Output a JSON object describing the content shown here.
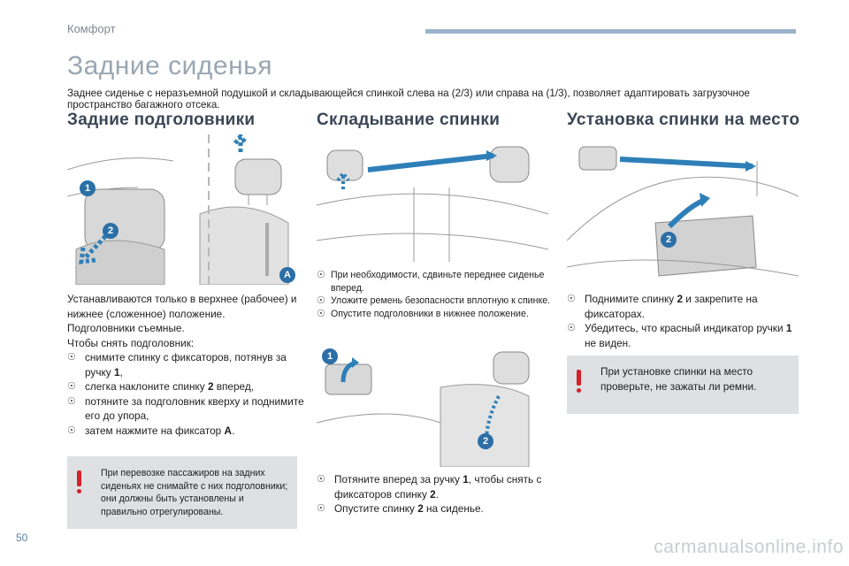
{
  "header": {
    "section": "Комфорт",
    "accent_color": "#9ab3cc"
  },
  "page": {
    "title": "Задние сиденья",
    "intro": "Заднее сиденье с неразъемной подушкой и складывающейся спинкой слева на (2/3) или справа на (1/3), позволяет адаптировать загрузочное пространство багажного отсека.",
    "number": "50"
  },
  "col1": {
    "heading": "Задние подголовники",
    "callouts": [
      "1",
      "2",
      "A"
    ],
    "p1": "Устанавливаются только в верхнее (рабочее) и нижнее (сложенное) положение.",
    "p2": "Подголовники съемные.",
    "p3": "Чтобы снять подголовник:",
    "b1_pre": "снимите спинку с фиксаторов, потянув за ручку ",
    "b1_num": "1",
    "b1_post": ",",
    "b2_pre": "слегка наклоните спинку ",
    "b2_num": "2",
    "b2_post": " вперед,",
    "b3": "потяните за подголовник кверху и поднимите его до упора,",
    "b4_pre": "затем нажмите на фиксатор ",
    "b4_num": "A",
    "b4_post": ".",
    "warning": "При перевозке пассажиров на задних сиденьях не снимайте с них подголовники; они должны быть установлены и правильно отрегулированы."
  },
  "col2": {
    "heading": "Складывание спинки",
    "callouts": [
      "1",
      "2"
    ],
    "b1": "При необходимости, сдвиньте переднее сиденье вперед.",
    "b2": "Уложите ремень безопасности вплотную к спинке.",
    "b3": "Опустите подголовники в нижнее положение.",
    "b4_pre": "Потяните вперед за ручку ",
    "b4_num": "1",
    "b4_post": ", чтобы снять с фиксаторов спинку ",
    "b4_num2": "2",
    "b4_end": ".",
    "b5_pre": "Опустите спинку ",
    "b5_num": "2",
    "b5_post": " на сиденье."
  },
  "col3": {
    "heading": "Установка спинки на место",
    "callouts": [
      "2"
    ],
    "b1_pre": "Поднимите спинку ",
    "b1_num": "2",
    "b1_post": " и закрепите на фиксаторах.",
    "b2_pre": "Убедитесь, что красный индикатор ручки ",
    "b2_num": "1",
    "b2_post": " не виден.",
    "warning": "При установке спинки на место проверьте, не зажаты ли ремни."
  },
  "footer": {
    "watermark": "carmanualsonline.info"
  },
  "colors": {
    "callout": "#2c6fa6",
    "arrow": "#2e7fb8",
    "warning": "#d4202a",
    "heading": "#3a4655"
  }
}
